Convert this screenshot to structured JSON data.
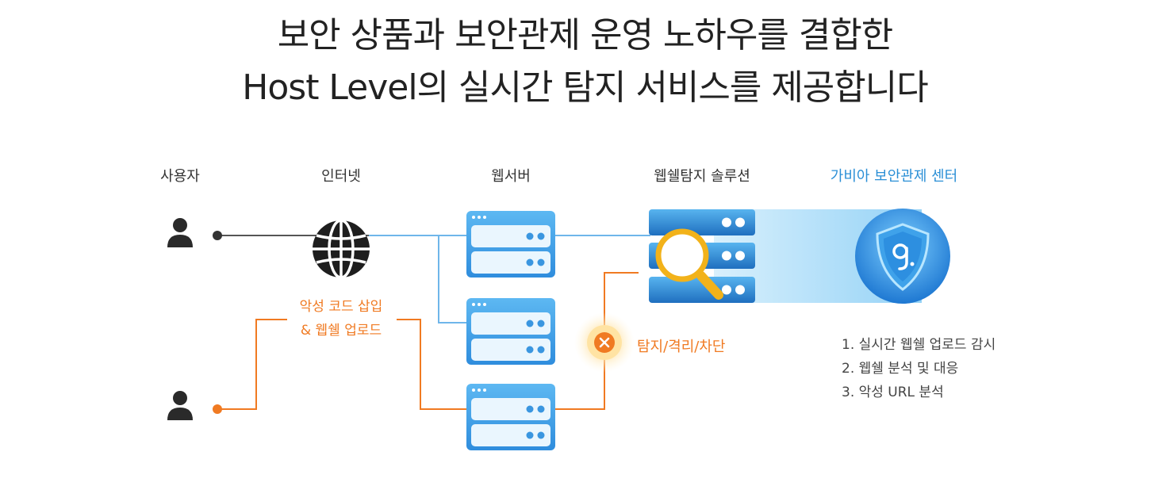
{
  "headline": {
    "line1": "보안 상품과 보안관제 운영 노하우를 결합한",
    "line2": "Host Level의 실시간 탐지 서비스를 제공합니다"
  },
  "columns": {
    "user": "사용자",
    "internet": "인터넷",
    "webserver": "웹서버",
    "solution": "웹쉘탐지 솔루션",
    "center": "가비아 보안관제 센터"
  },
  "threat": {
    "line1": "악성 코드 삽입",
    "line2": "& 웹쉘 업로드"
  },
  "detect": {
    "label": "탐지/격리/차단"
  },
  "services": [
    "1. 실시간 웹쉘 업로드 감시",
    "2. 웹쉘 분석 및 대응",
    "3. 악성 URL 분석"
  ],
  "colors": {
    "accent_blue": "#2b8fd6",
    "threat_orange": "#f07a22",
    "dark": "#2a2a2a"
  },
  "icons": {
    "user": "user-icon",
    "globe": "globe-icon",
    "server": "server-icon",
    "magnifier": "magnifier-icon",
    "block": "block-x-icon",
    "shield": "shield-g-icon"
  }
}
